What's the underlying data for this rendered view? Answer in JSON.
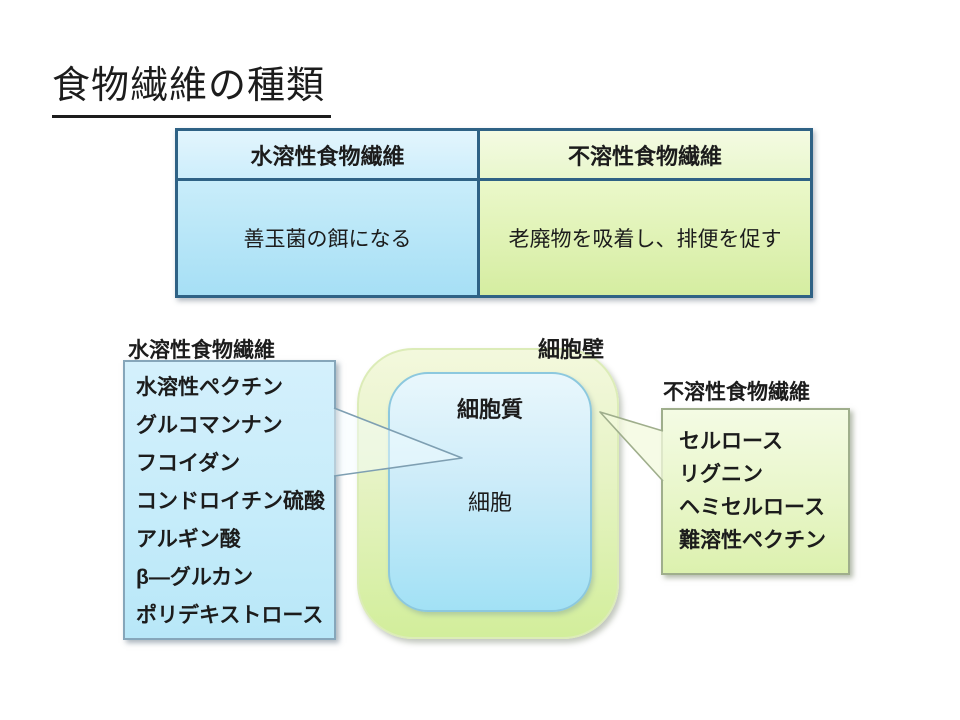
{
  "slide": {
    "title": "食物繊維の種類"
  },
  "table": {
    "headers": [
      "水溶性食物繊維",
      "不溶性食物繊維"
    ],
    "rows": [
      [
        "善玉菌の餌になる",
        "老廃物を吸着し、排便を促す"
      ]
    ]
  },
  "diagram": {
    "soluble": {
      "label": "水溶性食物繊維",
      "items": [
        "水溶性ペクチン",
        "グルコマンナン",
        "フコイダン",
        "コンドロイチン硫酸",
        "アルギン酸",
        "β―グルカン",
        "ポリデキストロース"
      ]
    },
    "insoluble": {
      "label": "不溶性食物繊維",
      "items": [
        "セルロース",
        "リグニン",
        "ヘミセルロース",
        "難溶性ペクチン"
      ]
    },
    "cell": {
      "wall_label": "細胞壁",
      "cytoplasm_label": "細胞質",
      "body_label": "細胞"
    }
  },
  "colors": {
    "table_border": "#2f6285",
    "soluble_fill": "#c6ecfa",
    "insoluble_fill": "#e8f6c9",
    "cell_wall_green": "#d2ee9b",
    "cytoplasm_blue": "#a2e1f5",
    "text": "#1c1c1c"
  }
}
